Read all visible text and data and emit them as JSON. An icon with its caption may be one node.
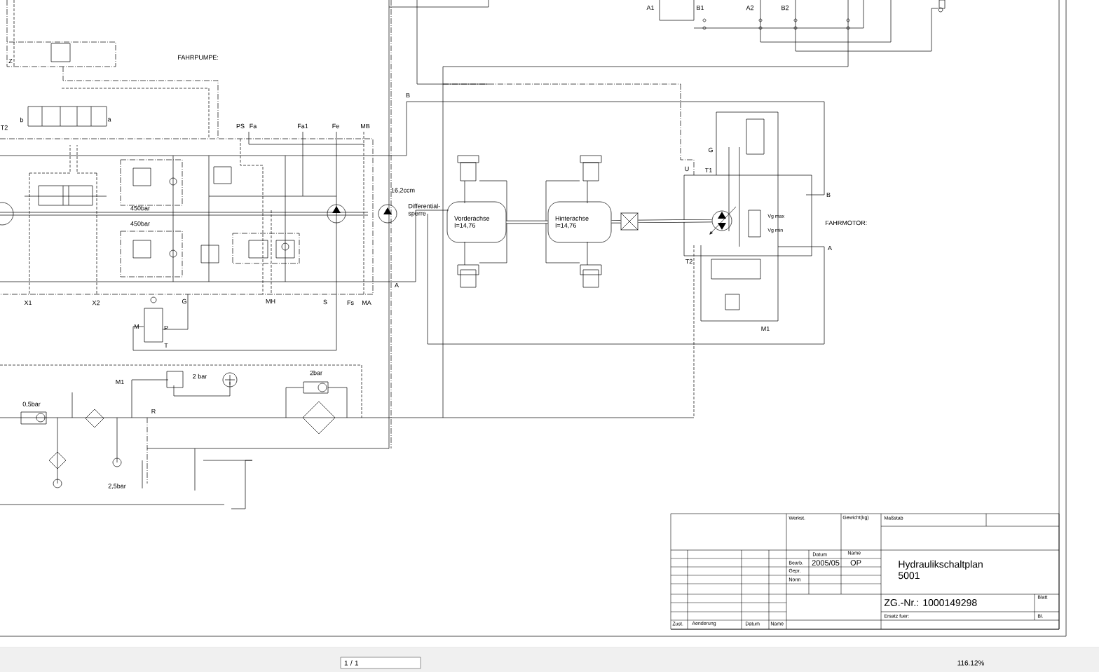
{
  "diagram": {
    "nodes": [
      {
        "text": [
          "Vorderachse I=14,76"
        ]
      },
      {
        "text": [
          "Hinterachse I=14,76"
        ]
      },
      {
        "text": [],
        "shape": "box"
      },
      {
        "text": [],
        "shape": "circle"
      }
    ],
    "edges": [
      {
        "from": 0,
        "to": 1,
        "arrow": "none"
      },
      {
        "from": 1,
        "to": 2,
        "arrow": "none"
      },
      {
        "from": 2,
        "to": 3,
        "arrow": "none"
      }
    ],
    "labels": [
      "A1",
      "B1",
      "A2",
      "B2",
      "Z",
      "FAHRPUMPE:",
      "T2",
      "b",
      "a",
      "PS",
      "Fa",
      "Fa1",
      "Fe",
      "MB",
      "B",
      "16,2ccm",
      "Differential- sperre",
      "450bar",
      "450bar",
      "A",
      "X1",
      "X2",
      "G",
      "MH",
      "S",
      "Fs",
      "MA",
      "M",
      "P",
      "T",
      "M1",
      "2 bar",
      "2bar",
      "0,5bar",
      "R",
      "2,5bar",
      "G",
      "U",
      "T1",
      "B",
      "FAHRMOTOR:",
      "Vg max",
      "Vg min",
      "T2",
      "A",
      "M1",
      "Werkst.",
      "Gewicht(kg)",
      "Maßstab",
      "Datum",
      "Name",
      "Bearb.",
      "2005/05",
      "OP",
      "Gepr.",
      "Norm",
      "Hydraulikschaltplan 5001",
      "ZG.-Nr.: 1000149298",
      "Blatt",
      "Ersatz fuer:",
      "Bl.",
      "Zust.",
      "Aenderung",
      "Datum",
      "Name",
      "1 / 1",
      "116.12%"
    ]
  }
}
